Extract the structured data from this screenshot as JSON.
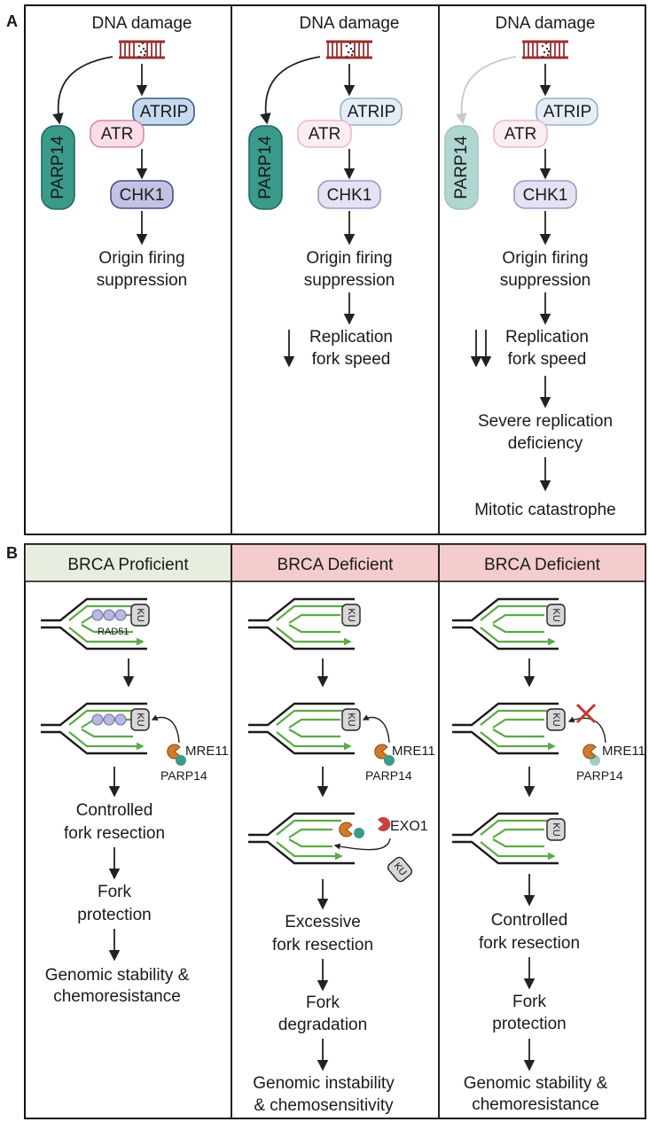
{
  "panel_a": {
    "letter": "A",
    "columns": [
      {
        "dna_damage": "DNA damage",
        "atrip": "ATRIP",
        "atr": "ATR",
        "parp14": "PARP14",
        "chk1": "CHK1",
        "origin": [
          "Origin firing",
          "suppression"
        ]
      },
      {
        "dna_damage": "DNA damage",
        "atrip": "ATRIP",
        "atr": "ATR",
        "parp14": "PARP14",
        "chk1": "CHK1",
        "origin": [
          "Origin firing",
          "suppression"
        ],
        "replication": [
          "Replication",
          "fork speed"
        ]
      },
      {
        "dna_damage": "DNA damage",
        "atrip": "ATRIP",
        "atr": "ATR",
        "parp14": "PARP14",
        "chk1": "CHK1",
        "origin": [
          "Origin firing",
          "suppression"
        ],
        "replication": [
          "Replication",
          "fork speed"
        ],
        "deficiency": [
          "Severe replication",
          "deficiency"
        ],
        "catastrophe": "Mitotic catastrophe"
      }
    ]
  },
  "panel_b": {
    "letter": "B",
    "headers": [
      "BRCA Proficient",
      "BRCA Deficient",
      "BRCA Deficient"
    ],
    "header_colors": [
      "#e6efdf",
      "#f4cccd",
      "#f4cccd"
    ],
    "fork_labels": {
      "ku": "KU",
      "rad51": "RAD51",
      "mre11": "MRE11",
      "parp14": "PARP14",
      "exo1": "EXO1"
    },
    "col1": {
      "resection": [
        "Controlled",
        "fork resection"
      ],
      "protection": [
        "Fork",
        "protection"
      ],
      "outcome": [
        "Genomic stability &",
        "chemoresistance"
      ]
    },
    "col2": {
      "resection": [
        "Excessive",
        "fork resection"
      ],
      "degradation": [
        "Fork",
        "degradation"
      ],
      "outcome": [
        "Genomic instability",
        "& chemosensitivity"
      ]
    },
    "col3": {
      "resection": [
        "Controlled",
        "fork resection"
      ],
      "protection": [
        "Fork",
        "protection"
      ],
      "outcome": [
        "Genomic stability &",
        "chemoresistance"
      ]
    }
  },
  "colors": {
    "parp14": "#3a9a8c",
    "strand_green": "#5aab45",
    "mre11": "#d27a2a",
    "exo1": "#c94040",
    "rad51": "#b8b8e0",
    "dna_red": "#9b2e2e"
  }
}
